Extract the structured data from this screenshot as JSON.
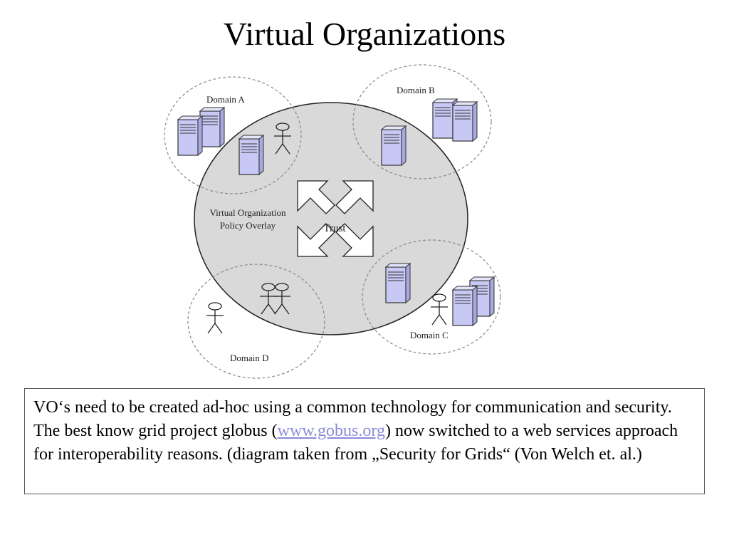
{
  "slide": {
    "title": "Virtual Organizations"
  },
  "diagram": {
    "domains": [
      {
        "id": "a",
        "label": "Domain A"
      },
      {
        "id": "b",
        "label": "Domain B"
      },
      {
        "id": "c",
        "label": "Domain C"
      },
      {
        "id": "d",
        "label": "Domain D"
      }
    ],
    "overlay_label_line1": "Virtual Organization",
    "overlay_label_line2": "Policy Overlay",
    "trust_label": "Trust",
    "colors": {
      "overlay_fill": "#d9d9d9",
      "server_fill": "#c8c8f4",
      "domain_border": "#888888"
    }
  },
  "caption": {
    "text_before_link": "VO‘s need to be created ad-hoc using a common technology for communication and security. The best know grid project globus (",
    "link_text": "www.gobus.org",
    "text_after_link": ") now switched to a web services approach for interoperability reasons. (diagram taken from „Security for Grids“ (Von Welch et. al.)"
  }
}
